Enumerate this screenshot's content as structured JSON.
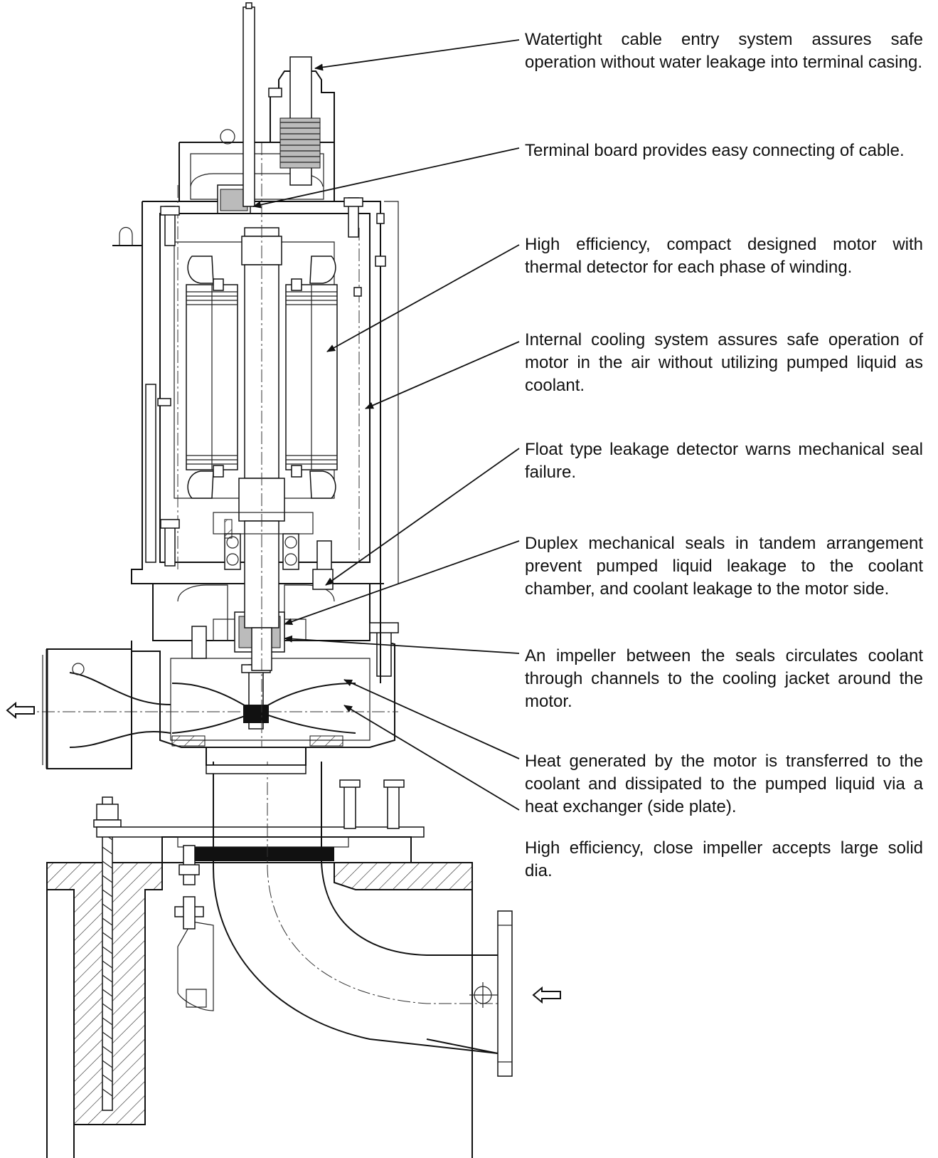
{
  "callouts": [
    {
      "id": "cable-entry",
      "text": "Watertight cable entry system assures safe operation without water leakage into terminal casing."
    },
    {
      "id": "terminal-board",
      "text": "Terminal board provides easy connecting of cable."
    },
    {
      "id": "motor",
      "text": "High efficiency, compact designed motor with thermal detector for each phase of winding."
    },
    {
      "id": "cooling-system",
      "text": "Internal cooling system assures safe operation of motor in the air without utilizing pumped liquid as coolant."
    },
    {
      "id": "leakage-detector",
      "text": "Float type leakage detector warns mechanical seal failure."
    },
    {
      "id": "mechanical-seals",
      "text": "Duplex mechanical seals in tandem arrangement prevent pumped liquid leakage to the coolant chamber, and coolant leakage to the motor side."
    },
    {
      "id": "coolant-impeller",
      "text": "An impeller between the seals circulates coolant through channels to the cooling jacket around the motor."
    },
    {
      "id": "heat-exchanger",
      "text": "Heat generated by the motor is transferred to the coolant and dissipated to the pumped liquid via a heat exchanger (side plate)."
    },
    {
      "id": "main-impeller",
      "text": "High efficiency, close impeller accepts large solid dia."
    }
  ],
  "flow_arrows": [
    {
      "id": "discharge",
      "icon": "hollow-arrow-left-icon"
    },
    {
      "id": "suction",
      "icon": "hollow-arrow-left-icon"
    }
  ]
}
